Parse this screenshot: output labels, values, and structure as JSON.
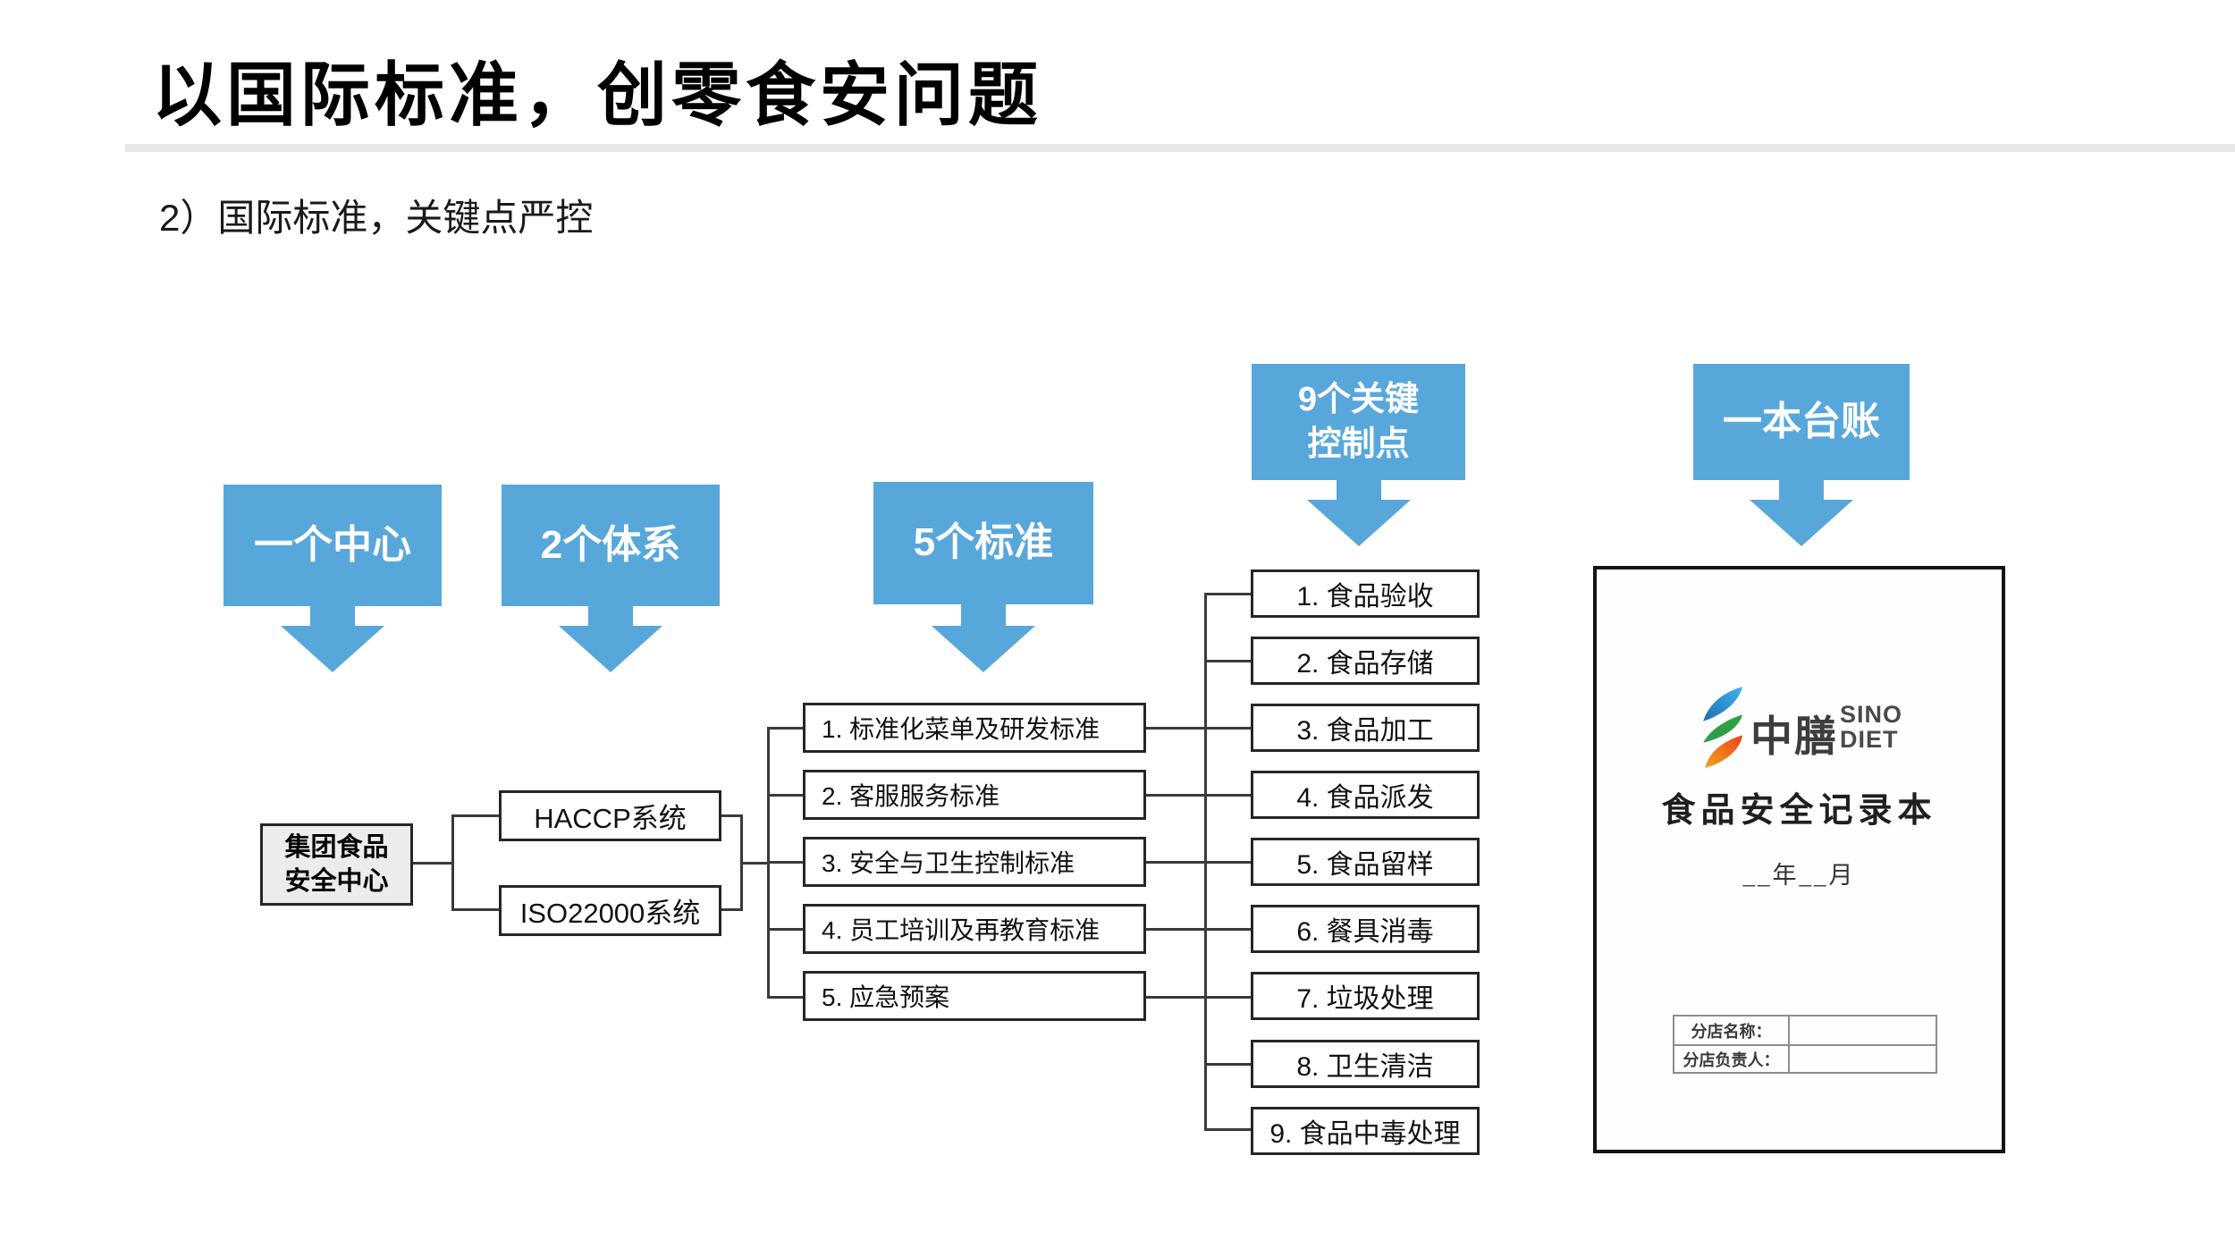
{
  "slide": {
    "title": "以国际标准，创零食安问题",
    "subtitle": "2）国际标准，关键点严控"
  },
  "colors": {
    "accent_blue": "#58A7DB",
    "connector": "#3a3a3a",
    "divider": "#e7e7e7"
  },
  "callouts": [
    {
      "label": "一个中心"
    },
    {
      "label": "2个体系"
    },
    {
      "label": "5个标准"
    },
    {
      "line1": "9个关键",
      "line2": "控制点"
    },
    {
      "label": "一本台账"
    }
  ],
  "flow": {
    "center": {
      "line1": "集团食品",
      "line2": "安全中心"
    },
    "systems": [
      "HACCP系统",
      "ISO22000系统"
    ],
    "standards": [
      "1. 标准化菜单及研发标准",
      "2. 客服服务标准",
      "3. 安全与卫生控制标准",
      "4. 员工培训及再教育标准",
      "5. 应急预案"
    ],
    "control_points": [
      "1. 食品验收",
      "2. 食品存储",
      "3. 食品加工",
      "4. 食品派发",
      "5. 食品留样",
      "6. 餐具消毒",
      "7. 垃圾处理",
      "8. 卫生清洁",
      "9. 食品中毒处理"
    ]
  },
  "document": {
    "brand_zh": "中膳",
    "brand_en_1": "SINO",
    "brand_en_2": "DIET",
    "title": "食品安全记录本",
    "date_line": "__年__月",
    "fields": [
      {
        "label": "分店名称："
      },
      {
        "label": "分店负责人："
      }
    ]
  }
}
